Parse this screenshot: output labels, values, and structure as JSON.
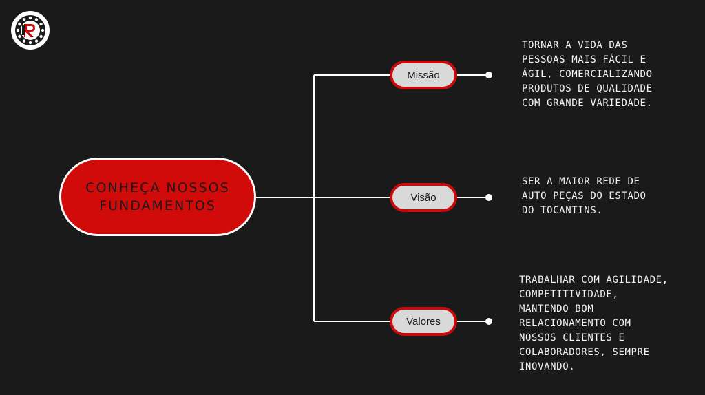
{
  "diagram": {
    "central_node": {
      "label": "CONHEÇA NOSSOS FUNDAMENTOS",
      "fill_color": "#d10a0a"
    },
    "branches": [
      {
        "label": "Missão",
        "description": "TORNAR A VIDA DAS\nPESSOAS MAIS FÁCIL E\nÁGIL, COMERCIALIZANDO\nPRODUTOS DE QUALIDADE\nCOM GRANDE VARIEDADE."
      },
      {
        "label": "Visão",
        "description": "SER A MAIOR REDE DE\nAUTO PEÇAS DO ESTADO\nDO TOCANTINS."
      },
      {
        "label": "Valores",
        "description": "TRABALHAR COM AGILIDADE,\nCOMPETITIVIDADE,\nMANTENDO BOM\nRELACIONAMENTO COM\nNOSSOS CLIENTES E\nCOLABORADORES, SEMPRE\nINOVANDO."
      }
    ],
    "colors": {
      "background": "#1a1a1a",
      "accent_red": "#c80a0a",
      "branch_fill": "#d9d9d9",
      "line": "#ffffff"
    },
    "logo": {
      "icon": "gear-logo-icon"
    }
  }
}
